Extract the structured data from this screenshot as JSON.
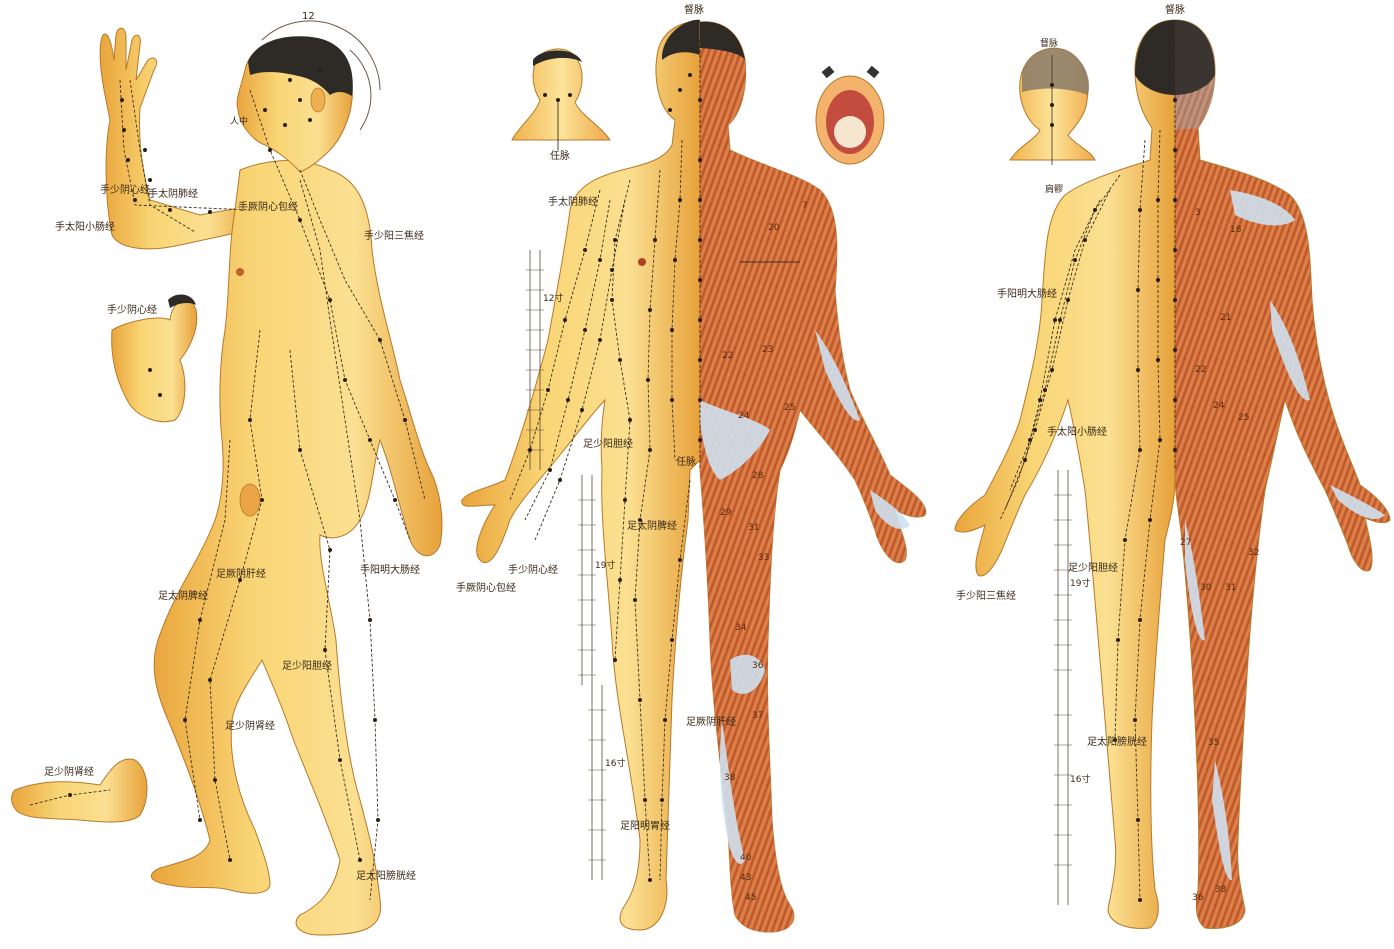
{
  "colors": {
    "skin": "#f7d070",
    "skin_shade": "#e7a93e",
    "skin_light": "#fde9a6",
    "outline": "#b8782a",
    "muscle": "#d9733e",
    "muscle_dark": "#a94a22",
    "tendon": "#cfe0ee",
    "hair": "#2e2a26",
    "meridian": "#3b2f1f",
    "point": "#2a1e10",
    "text": "#3a2a18"
  },
  "side_figure": {
    "hair_arc_number": "12",
    "labels": {
      "shaoyin_heart": "手少阴心经",
      "taiyin_lung": "手太阴肺经",
      "jueyin_pericardium": "手厥阴心包经",
      "taiyang_small_intestine": "手太阳小肠经",
      "shaoyang_sanjiao": "手少阳三焦经",
      "shaoyin_heart_inset": "手少阴心经",
      "yangming_large_intestine": "手阳明大肠经",
      "jueyin_liver": "足厥阴肝经",
      "taiyin_spleen": "足太阴脾经",
      "shaoyang_gallbladder": "足少阳胆经",
      "shaoyin_kidney": "足少阴肾经",
      "shaoyin_kidney_foot": "足少阴肾经",
      "taiyang_bladder": "足太阳膀胱经",
      "renzhong": "人中"
    }
  },
  "front_figure": {
    "top_label": "督脉",
    "inset_head_label": "任脉",
    "labels": {
      "taiyin_lung": "手太阴肺经",
      "shaoyin_heart": "手少阴心经",
      "jueyin_pericardium": "手厥阴心包经",
      "shaoyang_gallbladder": "足少阳胆经",
      "taiyin_spleen": "足太阴脾经",
      "yangming_stomach": "足阳明胃经",
      "jueyin_liver": "足厥阴肝经",
      "renmai": "任脉"
    },
    "scale_1": "12寸",
    "scale_2": "19寸",
    "scale_3": "16寸",
    "muscle_numbers": [
      "7",
      "20",
      "22",
      "23",
      "24",
      "25",
      "28",
      "29",
      "31",
      "33",
      "34",
      "36",
      "37",
      "38",
      "40",
      "43",
      "45"
    ]
  },
  "back_figure": {
    "top_label": "督脉",
    "inset_head_label": "督脉",
    "labels": {
      "yangming_large_intestine": "手阳明大肠经",
      "taiyang_small_intestine": "手太阳小肠经",
      "shaoyang_sanjiao": "手少阳三焦经",
      "shaoyang_gallbladder": "足少阳胆经",
      "taiyang_bladder": "足太阳膀胱经",
      "jianjing": "肩髎"
    },
    "scale_1": "19寸",
    "scale_2": "16寸",
    "muscle_numbers": [
      "3",
      "18",
      "21",
      "22",
      "24",
      "25",
      "27",
      "30",
      "31",
      "32",
      "35",
      "36",
      "38"
    ]
  }
}
